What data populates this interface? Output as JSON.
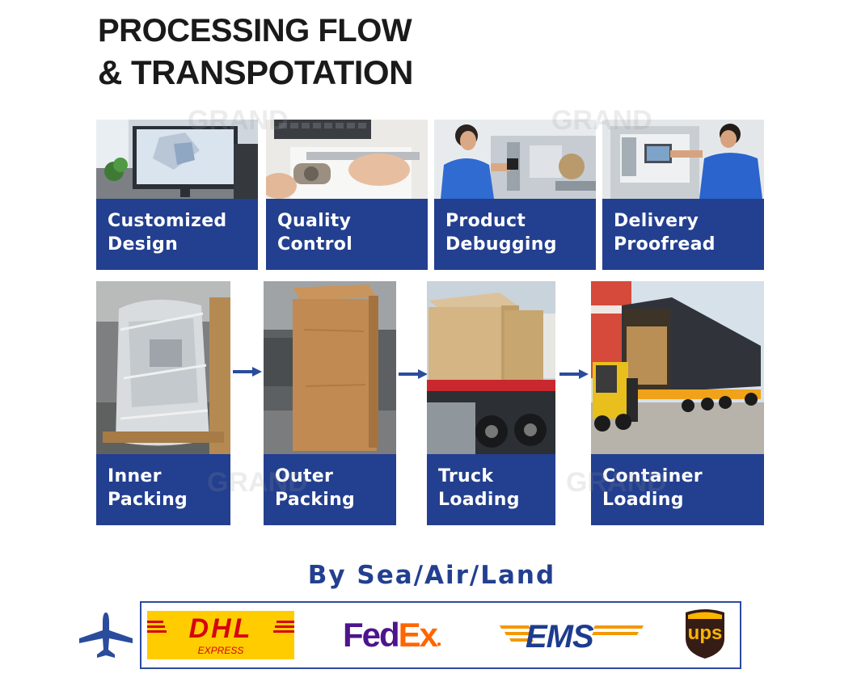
{
  "header": {
    "title_line1": "PROCESSING FLOW",
    "title_line2": "& TRANSPOTATION"
  },
  "steps_top": [
    {
      "line1": "Customized",
      "line2": "Design"
    },
    {
      "line1": "Quality",
      "line2": "Control"
    },
    {
      "line1": "Product",
      "line2": "Debugging"
    },
    {
      "line1": "Delivery",
      "line2": "Proofread"
    }
  ],
  "steps_bottom": [
    {
      "line1": "Inner",
      "line2": "Packing"
    },
    {
      "line1": "Outer",
      "line2": "Packing"
    },
    {
      "line1": "Truck",
      "line2": "Loading"
    },
    {
      "line1": "Container",
      "line2": "Loading"
    }
  ],
  "shipping": {
    "heading": "By Sea/Air/Land",
    "carriers": {
      "dhl": "DHL",
      "dhl_sub": "EXPRESS",
      "fedex_fed": "Fed",
      "fedex_ex": "Ex",
      "ems": "EMS",
      "ups": "ups"
    }
  },
  "watermark": "GRAND",
  "colors": {
    "label_bg": "#233f8f",
    "heading_blue": "#233f8f",
    "dhl_yellow": "#ffcc00",
    "dhl_red": "#d40511",
    "fedex_purple": "#4d148c",
    "fedex_orange": "#ff6600",
    "ems_blue": "#1d3c8f",
    "ems_orange": "#f39800",
    "ups_brown": "#351c15",
    "ups_gold": "#ffb500"
  },
  "icons": [
    "airplane-icon",
    "right-arrow-icon"
  ]
}
